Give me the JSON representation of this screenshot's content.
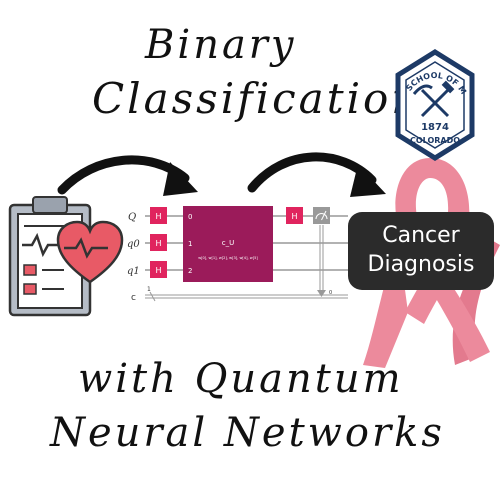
{
  "title": {
    "line1": "Binary",
    "line2": "Classification",
    "line3": "with Quantum",
    "line4": "Neural Networks"
  },
  "logo": {
    "text_top": "SCHOOL OF MINES",
    "year": "1874",
    "text_bottom": "COLORADO"
  },
  "circuit": {
    "wires": [
      "Q",
      "q0",
      "q1",
      "c"
    ],
    "gate_h": "H",
    "unitary_label": "c_U",
    "unitary_inputs": [
      "0",
      "1",
      "2"
    ],
    "unitary_params": "w[0], w[1], w[2], w[3], w[4], w[5]",
    "classical_count": "1",
    "measure_index": "0"
  },
  "output_box": {
    "line1": "Cancer",
    "line2": "Diagnosis"
  },
  "colors": {
    "gate_h": "#e0245e",
    "unitary": "#9b1b5a",
    "ribbon": "#ec8a9c",
    "heart": "#e85a66",
    "clipboard": "#9aa2ad",
    "logo_navy": "#1d3a66",
    "box": "#2b2b2b"
  }
}
